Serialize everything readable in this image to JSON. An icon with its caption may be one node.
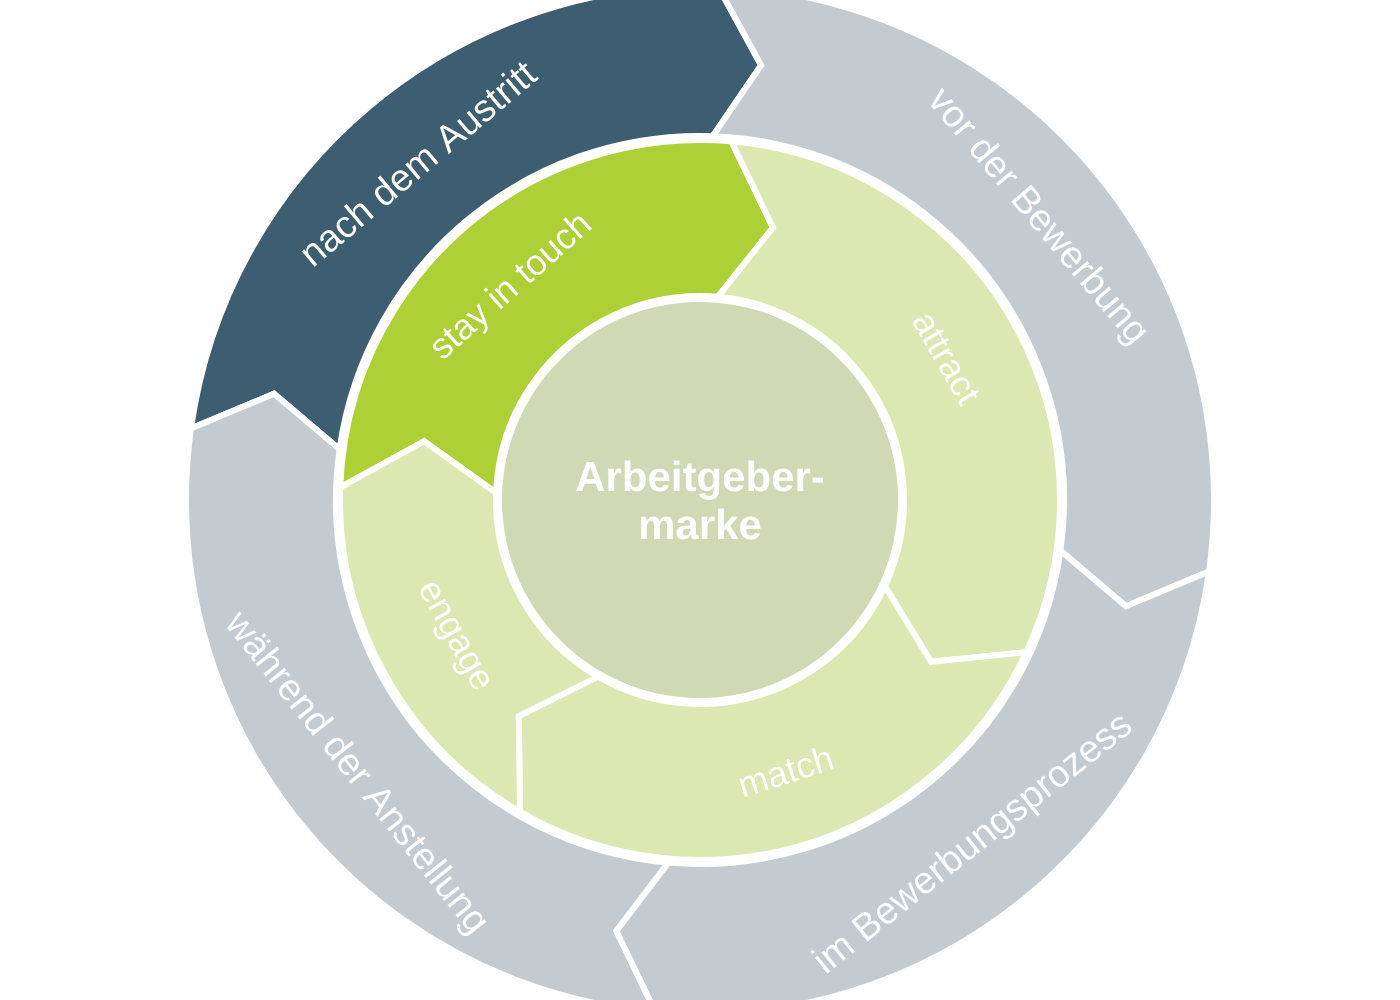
{
  "diagram": {
    "nodes": [
      {
        "text": [
          "nach dem Austritt"
        ]
      },
      {
        "text": [
          "vor der Bewerbung"
        ]
      },
      {
        "text": [
          "im Bewerbungsprozess"
        ]
      },
      {
        "text": [
          "während der Anstellung"
        ]
      },
      {
        "text": [
          "stay in touch"
        ]
      },
      {
        "text": [
          "attract"
        ]
      },
      {
        "text": [
          "match"
        ]
      },
      {
        "text": [
          "engage"
        ]
      },
      {
        "text": [
          "Arbeitgeber- marke"
        ]
      }
    ]
  }
}
